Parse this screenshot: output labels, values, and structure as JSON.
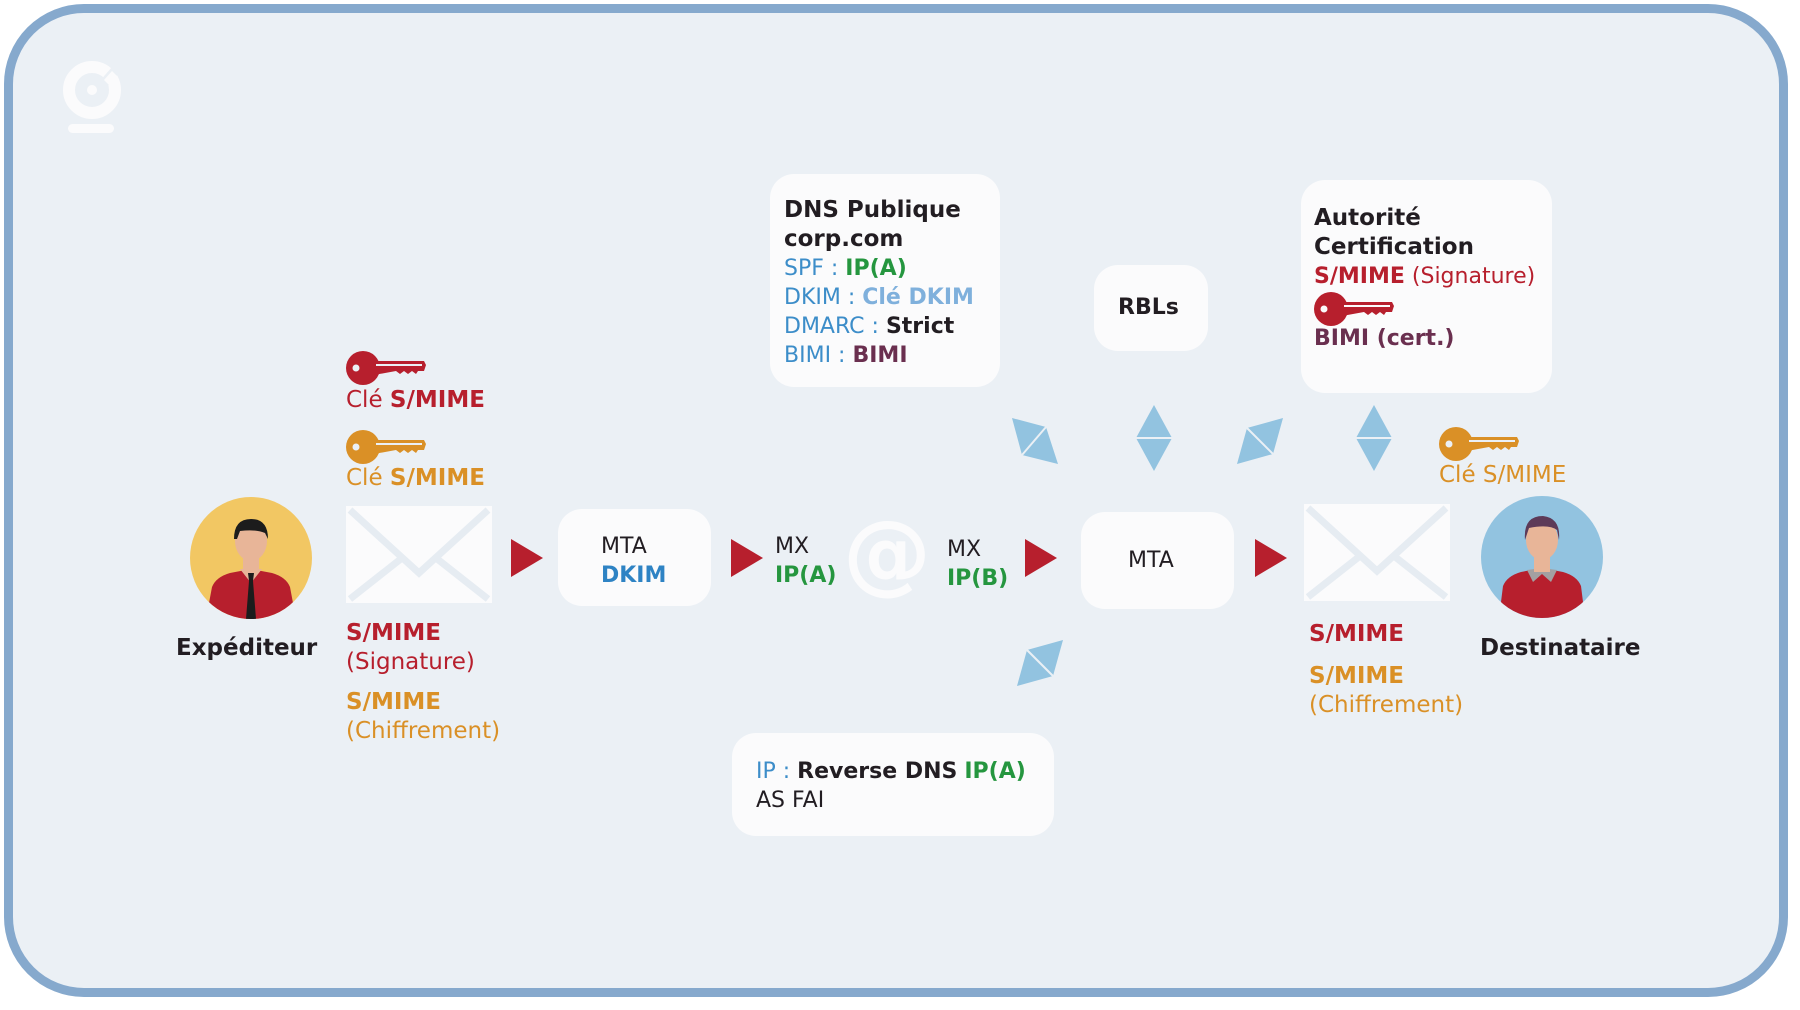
{
  "colors": {
    "frame_border": "#86a9cd",
    "background": "#ebf0f5",
    "card": "#fbfbfc",
    "signature_red": "#b71f2d",
    "encryption_orange": "#da9026",
    "ip_green": "#25963f",
    "label_blue": "#3c8dc9",
    "dkim_light_blue": "#7fb0dc",
    "bimi_plum": "#6a2f4f",
    "connector_blue": "#92c3e0",
    "arrow_red": "#b71f2d"
  },
  "logo": {
    "icon": "logo-icon"
  },
  "sender": {
    "label": "Expéditeur",
    "icon": "person-avatar-icon",
    "keys": [
      {
        "prefix": "Clé",
        "name": "S/MIME",
        "color": "signature_red",
        "icon": "key-icon"
      },
      {
        "prefix": "Clé",
        "name": "S/MIME",
        "color": "encryption_orange",
        "icon": "key-icon"
      }
    ],
    "envelope_icon": "envelope-icon",
    "tags": [
      {
        "title": "S/MIME",
        "subtitle": "(Signature)",
        "color": "signature_red"
      },
      {
        "title": "S/MIME",
        "subtitle": "(Chiffrement)",
        "color": "encryption_orange"
      }
    ]
  },
  "mta_sender": {
    "line1": "MTA",
    "line2": "DKIM"
  },
  "mx_a": {
    "line1": "MX",
    "line2": "IP(A)"
  },
  "at_icon": "at-sign-icon",
  "mx_b": {
    "line1": "MX",
    "line2": "IP(B)"
  },
  "mta_receiver": {
    "label": "MTA"
  },
  "dns_card": {
    "title1": "DNS Publique",
    "title2": "corp.com",
    "rows": [
      {
        "key": "SPF :",
        "value": "IP(A)",
        "value_color": "ip_green"
      },
      {
        "key": "DKIM :",
        "value": "Clé DKIM",
        "value_color": "dkim_light_blue"
      },
      {
        "key": "DMARC :",
        "value": "Strict",
        "value_color": "dark"
      },
      {
        "key": "BIMI :",
        "value": "BIMI",
        "value_color": "bimi_plum"
      }
    ]
  },
  "rbl_card": {
    "label": "RBLs"
  },
  "ca_card": {
    "title1": "Autorité",
    "title2": "Certification",
    "smime_label": "S/MIME",
    "smime_sub": "(Signature)",
    "key_icon": "key-icon",
    "bimi_label": "BIMI (cert.)"
  },
  "reverse_card": {
    "ip_key": "IP :",
    "rdns_label": "Reverse DNS",
    "rdns_value": "IP(A)",
    "line2": "AS FAI"
  },
  "receiver": {
    "label": "Destinataire",
    "icon": "person-avatar-icon",
    "key": {
      "label": "Clé S/MIME",
      "color": "encryption_orange",
      "icon": "key-icon"
    },
    "envelope_icon": "envelope-icon",
    "tags": [
      {
        "title": "S/MIME",
        "subtitle": "",
        "color": "signature_red"
      },
      {
        "title": "S/MIME",
        "subtitle": "(Chiffrement)",
        "color": "encryption_orange"
      }
    ]
  }
}
